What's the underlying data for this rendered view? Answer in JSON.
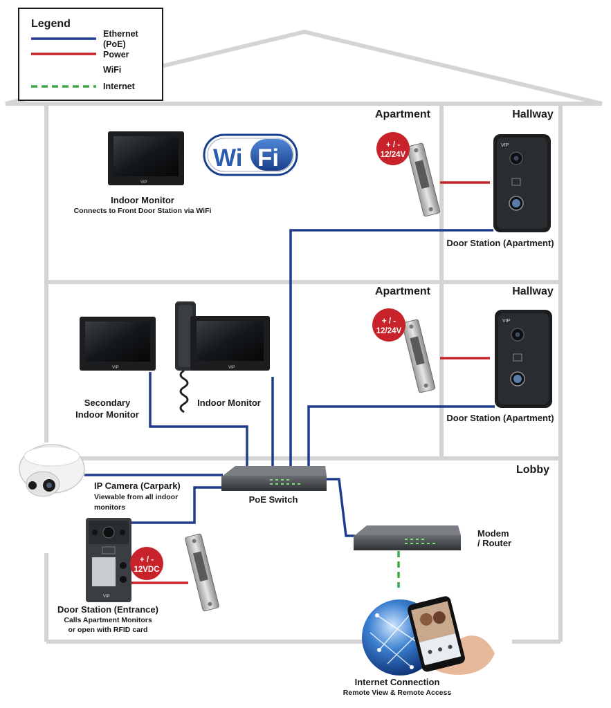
{
  "legend": {
    "title": "Legend",
    "items": [
      {
        "label_line1": "Ethernet",
        "label_line2": "(PoE)",
        "color": "#1f3c8c",
        "style": "solid"
      },
      {
        "label_line1": "Power",
        "label_line2": "",
        "color": "#c8232b",
        "style": "solid"
      },
      {
        "label_line1": "WiFi",
        "label_line2": "",
        "color": "#ffffff",
        "style": "none"
      },
      {
        "label_line1": "Internet",
        "label_line2": "",
        "color": "#3aa845",
        "style": "dashed"
      }
    ]
  },
  "rooms": {
    "apartment_top": "Apartment",
    "hallway_top": "Hallway",
    "apartment_mid": "Apartment",
    "hallway_mid": "Hallway",
    "lobby": "Lobby"
  },
  "wifi_logo": {
    "left": "Wi",
    "right": "Fi"
  },
  "brand_mark": "VIP",
  "devices": {
    "indoor_monitor_top": {
      "title": "Indoor Monitor",
      "subtitle": "Connects to Front Door Station via WiFi"
    },
    "door_station_top": {
      "title": "Door Station (Apartment)"
    },
    "strike_top": {
      "badge_line1": "+ / -",
      "badge_line2": "12/24V"
    },
    "secondary_monitor": {
      "title_line1": "Secondary",
      "title_line2": "Indoor Monitor"
    },
    "indoor_monitor_mid": {
      "title": "Indoor Monitor"
    },
    "strike_mid": {
      "badge_line1": "+ / -",
      "badge_line2": "12/24V"
    },
    "door_station_mid": {
      "title": "Door Station (Apartment)"
    },
    "ip_camera": {
      "title": "IP Camera (Carpark)",
      "subtitle_line1": "Viewable from all indoor",
      "subtitle_line2": "monitors"
    },
    "poe_switch": {
      "title": "PoE Switch"
    },
    "modem": {
      "title_line1": "Modem",
      "title_line2": "/ Router"
    },
    "door_station_entrance": {
      "title": "Door Station (Entrance)",
      "subtitle_line1": "Calls Apartment Monitors",
      "subtitle_line2": "or open with RFID card"
    },
    "strike_lobby": {
      "badge_line1": "+ / -",
      "badge_line2": "12VDC"
    },
    "internet": {
      "title": "Internet Connection",
      "subtitle": "Remote View & Remote Access"
    }
  },
  "colors": {
    "ethernet": "#1f3c8c",
    "power": "#c8232b",
    "internet": "#3aa845",
    "wall": "#d4d4d4"
  }
}
